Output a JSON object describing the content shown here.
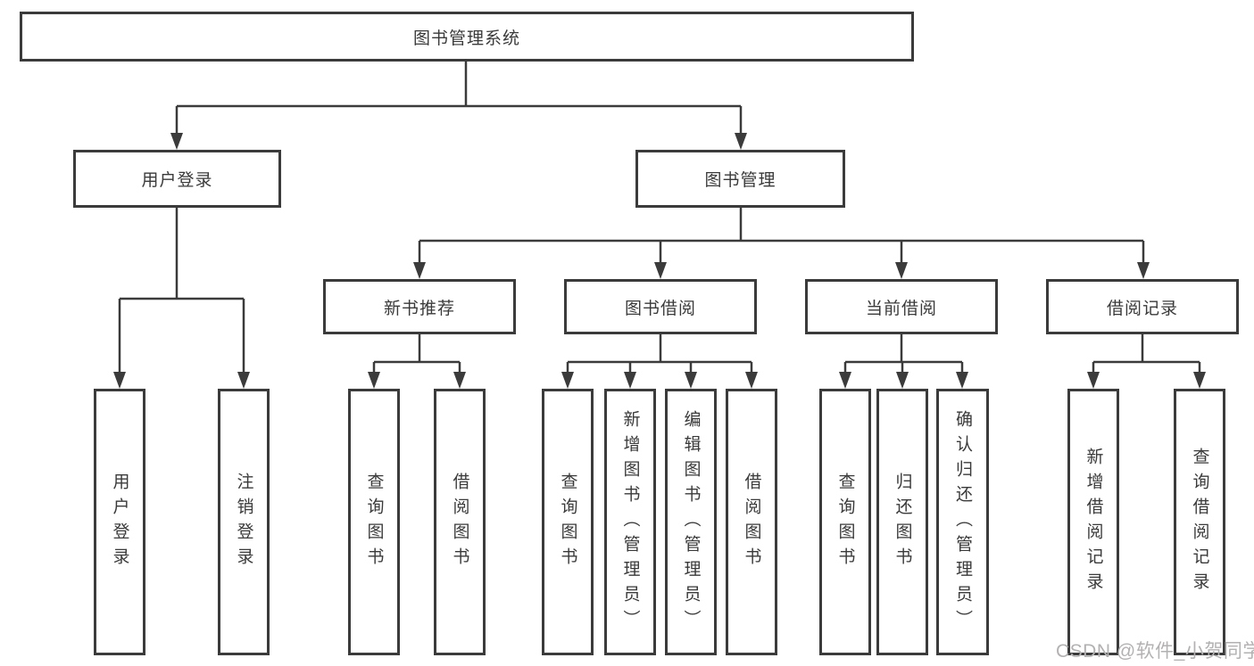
{
  "root": {
    "label": "图书管理系统"
  },
  "login": {
    "label": "用户登录",
    "children": [
      {
        "label": "用户登录"
      },
      {
        "label": "注销登录"
      }
    ]
  },
  "management": {
    "label": "图书管理",
    "sections": [
      {
        "label": "新书推荐",
        "children": [
          {
            "label": "查询图书"
          },
          {
            "label": "借阅图书"
          }
        ]
      },
      {
        "label": "图书借阅",
        "children": [
          {
            "label": "查询图书"
          },
          {
            "label": "新增图书（管理员）"
          },
          {
            "label": "编辑图书（管理员）"
          },
          {
            "label": "借阅图书"
          }
        ]
      },
      {
        "label": "当前借阅",
        "children": [
          {
            "label": "查询图书"
          },
          {
            "label": "归还图书"
          },
          {
            "label": "确认归还（管理员）"
          }
        ]
      },
      {
        "label": "借阅记录",
        "children": [
          {
            "label": "新增借阅记录"
          },
          {
            "label": "查询借阅记录"
          }
        ]
      }
    ]
  },
  "watermark": {
    "text": "CSDN @软件_小贺同学"
  },
  "colors": {
    "line": "#3b3b3b",
    "text": "#3a3a3a",
    "watermark": "#b3b1b1",
    "background": "#ffffff"
  }
}
